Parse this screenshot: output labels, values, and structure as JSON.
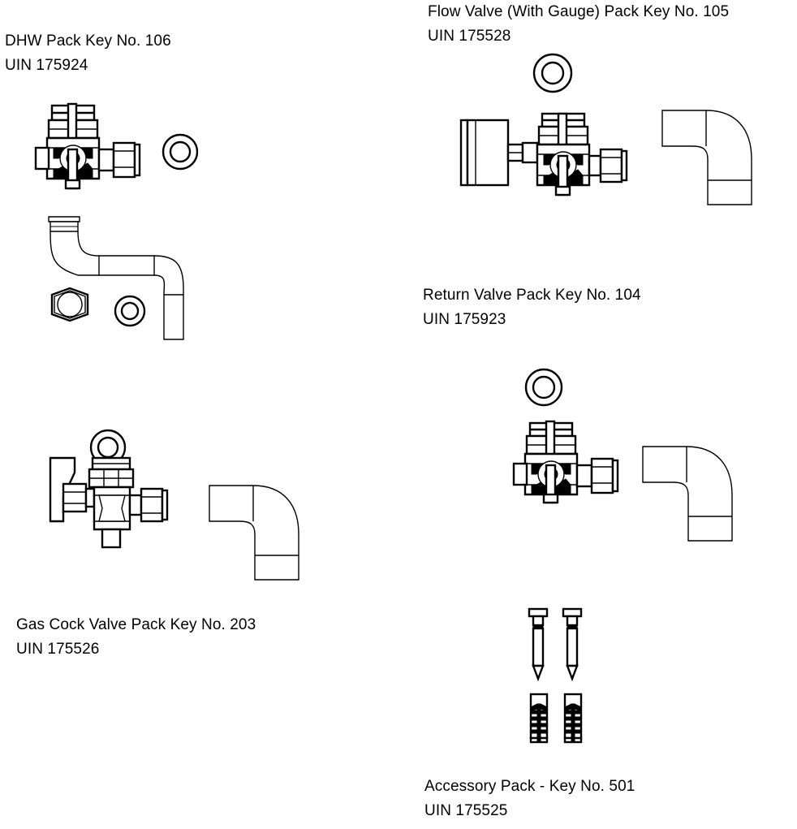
{
  "document": {
    "type": "technical-parts-illustration",
    "background_color": "#ffffff",
    "line_color": "#000000"
  },
  "packs": [
    {
      "id": "dhw-pack",
      "title": "DHW Pack Key No. 106",
      "uin": "UIN 175924",
      "label_position": "top-left",
      "components": [
        "isolation-valve-with-lever",
        "sealing-washer",
        "s-shaped-pipe",
        "hex-nut",
        "sealing-washer"
      ]
    },
    {
      "id": "flow-valve-pack",
      "title": "Flow Valve (With Gauge) Pack Key No. 105",
      "uin": "UIN 175528",
      "label_position": "top-right",
      "components": [
        "sealing-washer",
        "valve-with-pressure-gauge",
        "elbow-pipe-90"
      ]
    },
    {
      "id": "return-valve-pack",
      "title": "Return Valve Pack Key No. 104",
      "uin": "UIN 175923",
      "label_position": "middle-right",
      "components": [
        "sealing-washer",
        "isolation-valve-with-lever",
        "elbow-pipe-90"
      ]
    },
    {
      "id": "gas-cock-pack",
      "title": "Gas Cock Valve Pack Key No. 203",
      "uin": "UIN 175526",
      "label_position": "bottom-left",
      "components": [
        "sealing-washer",
        "gas-cock-valve-with-angled-lever",
        "elbow-pipe-90"
      ]
    },
    {
      "id": "accessory-pack",
      "title": "Accessory Pack - Key No. 501",
      "uin": "UIN 175525",
      "label_position": "bottom-right",
      "components": [
        "wood-screw",
        "wood-screw",
        "wall-plug",
        "wall-plug"
      ]
    }
  ]
}
